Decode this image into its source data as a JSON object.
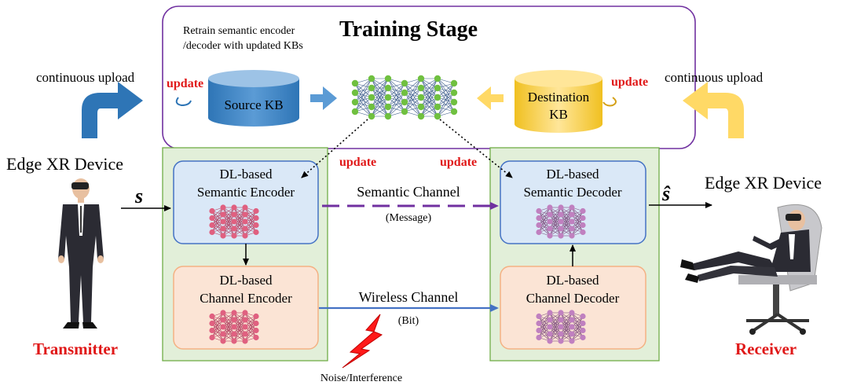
{
  "training": {
    "title": "Training Stage",
    "note_line1": "Retrain semantic encoder",
    "note_line2": "/decoder with updated KBs",
    "source_kb": "Source KB",
    "dest_kb_line1": "Destination",
    "dest_kb_line2": "KB",
    "update_left": "update",
    "update_right": "update"
  },
  "upload": {
    "left": "continuous upload",
    "right": "continuous upload"
  },
  "transmitter": {
    "device": "Edge XR Device",
    "role": "Transmitter",
    "input_symbol": "s",
    "semantic_encoder_line1": "DL-based",
    "semantic_encoder_line2": "Semantic Encoder",
    "channel_encoder_line1": "DL-based",
    "channel_encoder_line2": "Channel Encoder",
    "update": "update"
  },
  "receiver": {
    "device": "Edge XR Device",
    "role": "Receiver",
    "output_symbol": "ŝ",
    "semantic_decoder_line1": "DL-based",
    "semantic_decoder_line2": "Semantic Decoder",
    "channel_decoder_line1": "DL-based",
    "channel_decoder_line2": "Channel Decoder",
    "update": "update"
  },
  "channels": {
    "semantic": "Semantic Channel",
    "semantic_unit": "(Message)",
    "wireless": "Wireless Channel",
    "wireless_unit": "(Bit)",
    "noise": "Noise/Interference"
  },
  "colors": {
    "training_border": "#7030a0",
    "block_fill": "#e2efd9",
    "block_border": "#70ad47",
    "encoder_fill": "#dae8f7",
    "encoder_border": "#4472c4",
    "channel_fill": "#fbe4d5",
    "channel_border": "#f4b183",
    "semantic_arrow": "#7030a0",
    "wireless_arrow": "#4472c4",
    "upload_left": "#2e75b6",
    "upload_right": "#ffd966",
    "label_red": "#e01818",
    "nn_pink": "#e06080",
    "nn_purple": "#c080c0",
    "nn_green": "#70c040"
  },
  "icons": {
    "source_db": "cylinder-database-icon",
    "dest_db": "cylinder-database-icon",
    "update_loop": "circular-arrow-icon",
    "noise": "lightning-bolt-icon",
    "transmitter_person": "standing-man-with-vr-headset-icon",
    "receiver_person": "seated-man-with-vr-headset-icon"
  }
}
